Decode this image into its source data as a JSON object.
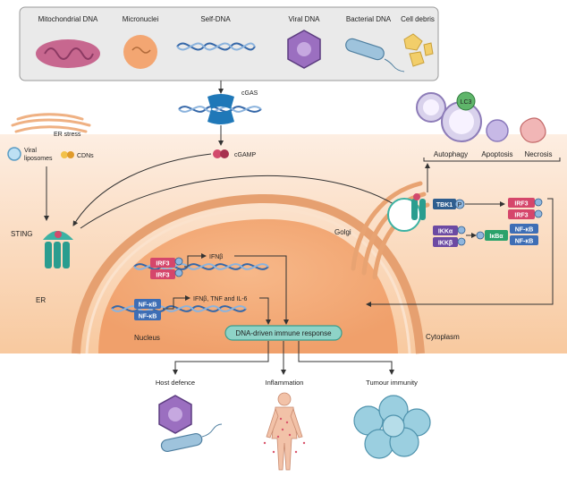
{
  "top_sources": [
    "Mitochondrial DNA",
    "Micronuclei",
    "Self-DNA",
    "Viral DNA",
    "Bacterial DNA",
    "Cell debris"
  ],
  "sensor": {
    "cgas": "cGAS",
    "cgamp": "cGAMP"
  },
  "left_inputs": {
    "er_stress": "ER stress",
    "viral_liposomes_1": "Viral",
    "viral_liposomes_2": "liposomes",
    "cdns": "CDNs"
  },
  "cell": {
    "sting": "STING",
    "er": "ER",
    "golgi": "Golgi",
    "nucleus": "Nucleus",
    "cytoplasm": "Cytoplasm"
  },
  "fates": [
    "Autophagy",
    "Apoptosis",
    "Necrosis"
  ],
  "lc3": "LC3",
  "signaling": {
    "tbk1": "TBK1",
    "p": "P",
    "irf3": "IRF3",
    "ikka": "IKKα",
    "ikkb": "IKKβ",
    "ikba": "IκBα",
    "nfkb": "NF-κB"
  },
  "nucleus_genes": {
    "ifnb": "IFNβ",
    "cytokines": "IFNβ, TNF and IL-6"
  },
  "response": "DNA-driven immune response",
  "outcomes": [
    "Host defence",
    "Inflammation",
    "Tumour immunity"
  ]
}
